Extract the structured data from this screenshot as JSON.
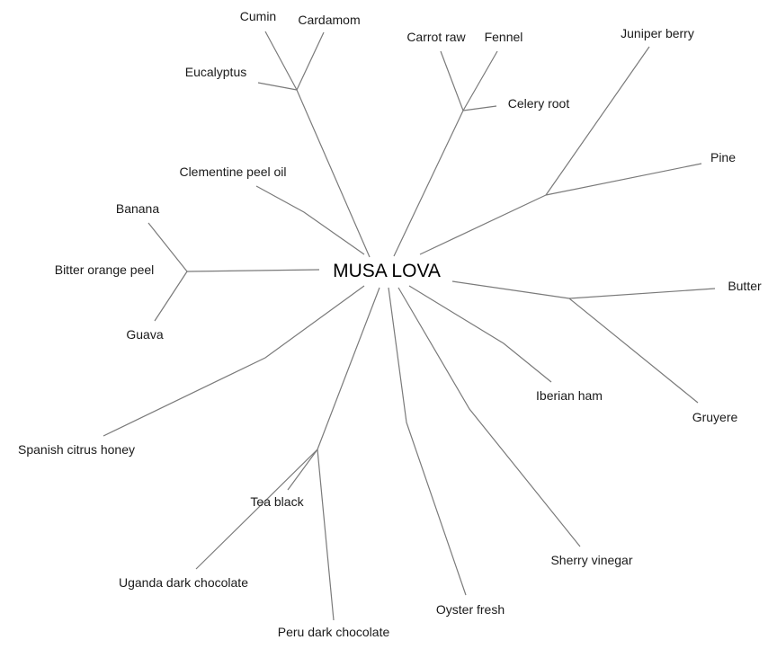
{
  "root": "MUSA LOVA",
  "leaves": {
    "cumin": "Cumin",
    "cardamom": "Cardamom",
    "eucalyptus": "Eucalyptus",
    "carrot_raw": "Carrot raw",
    "fennel": "Fennel",
    "celery_root": "Celery root",
    "juniper_berry": "Juniper berry",
    "pine": "Pine",
    "clementine_peel_oil": "Clementine peel oil",
    "banana": "Banana",
    "bitter_orange_peel": "Bitter orange peel",
    "guava": "Guava",
    "butter": "Butter",
    "gruyere": "Gruyere",
    "iberian_ham": "Iberian ham",
    "spanish_citrus_honey": "Spanish citrus honey",
    "tea_black": "Tea black",
    "uganda_dark_chocolate": "Uganda dark chocolate",
    "peru_dark_chocolate": "Peru dark chocolate",
    "oyster_fresh": "Oyster fresh",
    "sherry_vinegar": "Sherry vinegar"
  }
}
